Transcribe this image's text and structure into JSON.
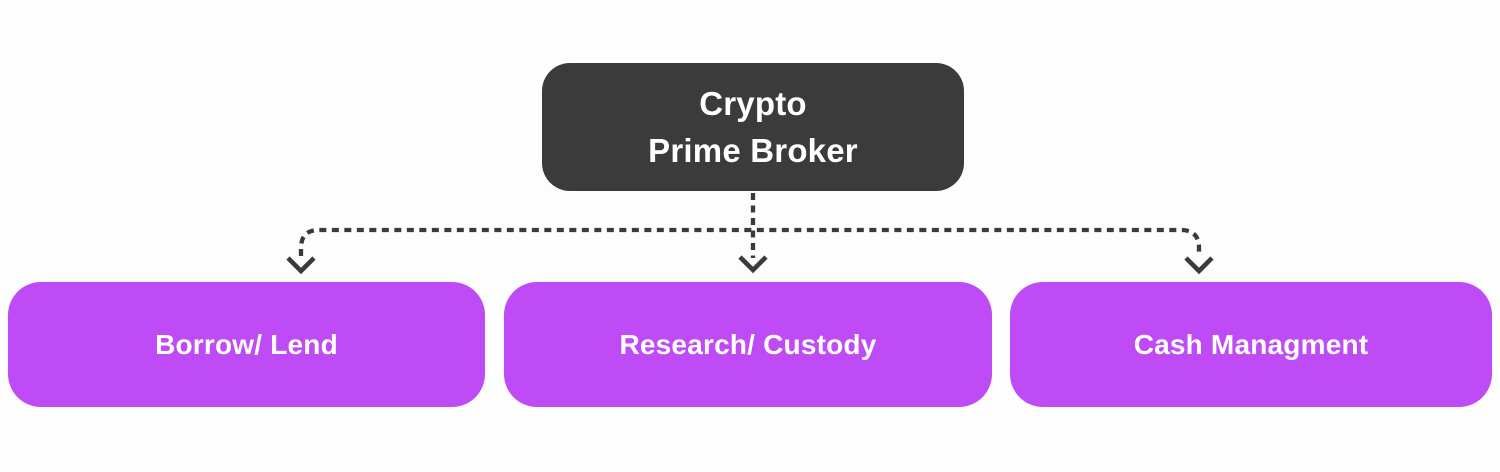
{
  "diagram": {
    "root": {
      "label_line1": "Crypto",
      "label_line2": "Prime Broker"
    },
    "children": [
      {
        "label": "Borrow/ Lend"
      },
      {
        "label": "Research/ Custody"
      },
      {
        "label": "Cash Managment"
      }
    ]
  },
  "colors": {
    "background": "#FDFDFD",
    "root-fill": "#3B3B3B",
    "child-fill": "#BE4BF5",
    "text": "#FFFFFF",
    "connector": "#3A3A3A"
  }
}
